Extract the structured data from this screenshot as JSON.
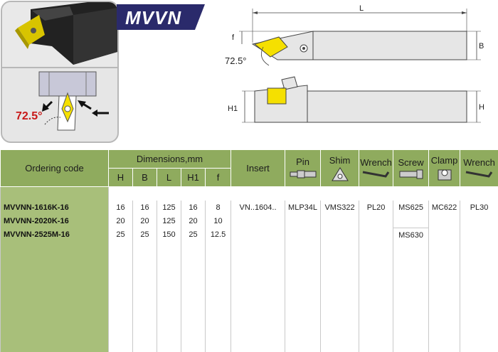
{
  "badge": {
    "model": "MVVN",
    "color": "#2a2a6b"
  },
  "photo": {
    "angle": "72.5°"
  },
  "drawing": {
    "length_label": "L",
    "offset_label": "f",
    "width_label": "B",
    "angle": "72.5°",
    "height1_label": "H1",
    "height_label": "H"
  },
  "table": {
    "headers": {
      "ordering_code": "Ordering code",
      "dimensions": "Dimensions,mm",
      "insert": "Insert",
      "pin": "Pin",
      "shim": "Shim",
      "wrench1": "Wrench",
      "screw": "Screw",
      "clamp": "Clamp",
      "wrench2": "Wrench",
      "dim_cols": [
        "H",
        "B",
        "L",
        "H1",
        "f"
      ]
    },
    "rows": [
      {
        "code": "MVVNN-1616K-16",
        "H": "16",
        "B": "16",
        "L": "125",
        "H1": "16",
        "f": "8",
        "insert": "VN..1604..",
        "pin": "MLP34L",
        "shim": "VMS322",
        "wrench1": "PL20",
        "screw": "MS625",
        "clamp": "MC622",
        "wrench2": "PL30"
      },
      {
        "code": "MVVNN-2020K-16",
        "H": "20",
        "B": "20",
        "L": "125",
        "H1": "20",
        "f": "10",
        "insert": "",
        "pin": "",
        "shim": "",
        "wrench1": "",
        "screw": "",
        "clamp": "",
        "wrench2": ""
      },
      {
        "code": "MVVNN-2525M-16",
        "H": "25",
        "B": "25",
        "L": "150",
        "H1": "25",
        "f": "12.5",
        "insert": "",
        "pin": "",
        "shim": "",
        "wrench1": "",
        "screw": "MS630",
        "clamp": "",
        "wrench2": ""
      }
    ]
  },
  "colors": {
    "header_green": "#8fab5e",
    "code_green": "#a8bf7a",
    "insert_yellow": "#f5e000"
  }
}
